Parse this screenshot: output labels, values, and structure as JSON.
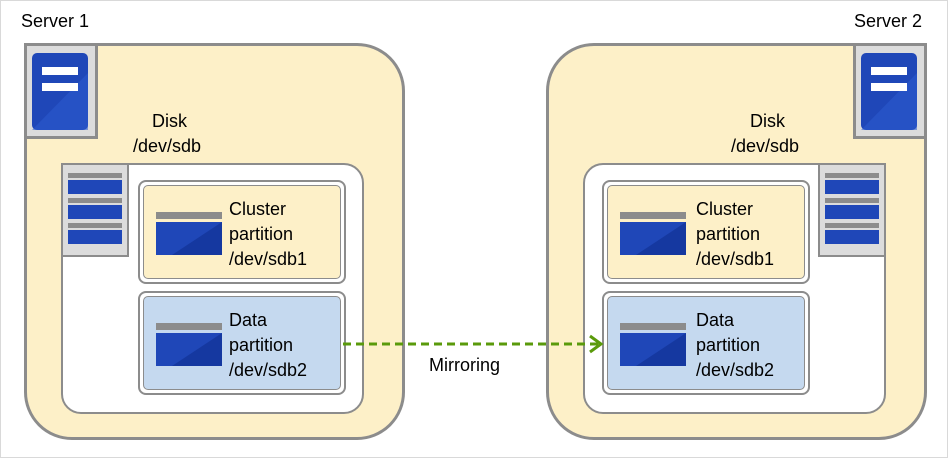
{
  "colors": {
    "server_fill": "#fdf0c8",
    "data_partition_fill": "#c5d9ef",
    "icon_blue": "#1f47b8",
    "border_gray": "#8c8c8c",
    "mirroring_arrow": "#5a9a0b"
  },
  "servers": [
    {
      "label": "Server 1",
      "icon": "server-icon",
      "disk": {
        "label_line1": "Disk",
        "label_line2": "/dev/sdb",
        "icon": "disk-stack-icon",
        "cluster_partition": {
          "line1": "Cluster",
          "line2": "partition",
          "line3": "/dev/sdb1",
          "icon": "partition-icon"
        },
        "data_partition": {
          "line1": "Data",
          "line2": "partition",
          "line3": "/dev/sdb2",
          "icon": "partition-icon"
        }
      }
    },
    {
      "label": "Server 2",
      "icon": "server-icon",
      "disk": {
        "label_line1": "Disk",
        "label_line2": "/dev/sdb",
        "icon": "disk-stack-icon",
        "cluster_partition": {
          "line1": "Cluster",
          "line2": "partition",
          "line3": "/dev/sdb1",
          "icon": "partition-icon"
        },
        "data_partition": {
          "line1": "Data",
          "line2": "partition",
          "line3": "/dev/sdb2",
          "icon": "partition-icon"
        }
      }
    }
  ],
  "mirroring_label": "Mirroring"
}
